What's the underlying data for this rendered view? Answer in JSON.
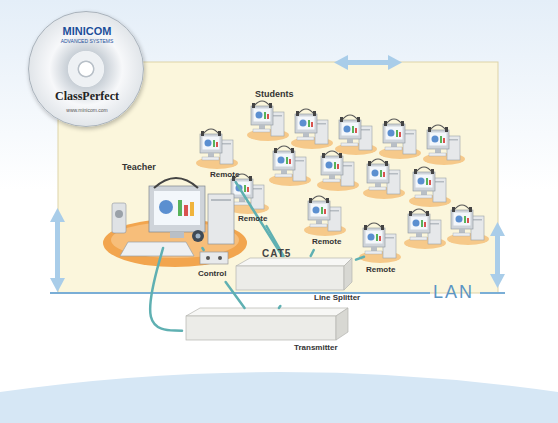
{
  "diagram": {
    "nodes": [
      {
        "text": [
          "MINICOM",
          "ADVANCED SYSTEMS",
          "ClassPerfect",
          "www.minicom.com"
        ]
      },
      {
        "text": [
          "Teacher"
        ]
      },
      {
        "text": [
          "Remote"
        ]
      },
      {
        "text": [
          "Remote"
        ]
      },
      {
        "text": [
          "Remote"
        ]
      },
      {
        "text": [
          "Remote"
        ]
      },
      {
        "text": [
          "Control"
        ]
      },
      {
        "text": [
          "Line Splitter"
        ]
      },
      {
        "text": [
          "Transmitter"
        ]
      }
    ],
    "edges": [
      {
        "from": 1,
        "to": 6,
        "arrow": "none"
      },
      {
        "from": 1,
        "to": 8,
        "arrow": "none"
      },
      {
        "from": 6,
        "to": 8,
        "arrow": "none"
      },
      {
        "from": 8,
        "to": 7,
        "arrow": "none"
      },
      {
        "from": 7,
        "to": 2,
        "arrow": "none"
      },
      {
        "from": 7,
        "to": 3,
        "arrow": "none"
      },
      {
        "from": 7,
        "to": 4,
        "arrow": "none"
      },
      {
        "from": 7,
        "to": 5,
        "arrow": "none"
      }
    ],
    "labels": [
      "Students",
      "CAT5",
      "LAN"
    ]
  }
}
